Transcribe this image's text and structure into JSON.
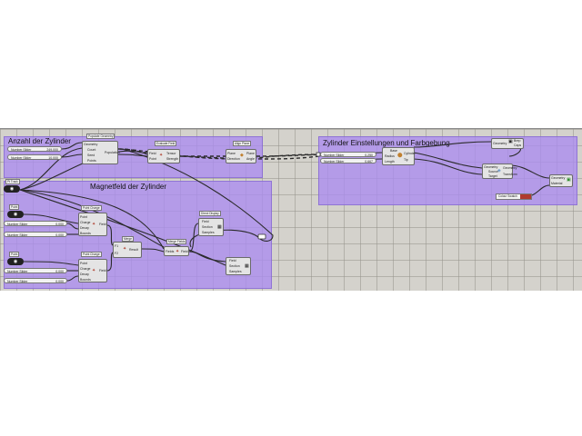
{
  "groups": {
    "anzahl": {
      "title": "Anzahl der Zylinder"
    },
    "magnetfeld": {
      "title": "Magnetfeld der Zylinder"
    },
    "zylinder": {
      "title": "Zylinder Einstellungen und Farbgebung"
    }
  },
  "sliders": {
    "anzahl_1": {
      "label": "Number Slider",
      "value": "249.000"
    },
    "anzahl_2": {
      "label": "Number Slider",
      "value": "10.000"
    },
    "mag_1": {
      "label": "Number Slider",
      "value": "0.000"
    },
    "mag_2": {
      "label": "Number Slider",
      "value": "0.000"
    },
    "mag_3": {
      "label": "Number Slider",
      "value": "0.000"
    },
    "mag_4": {
      "label": "Number Slider",
      "value": "0.000"
    },
    "zyl_1": {
      "label": "Number Slider",
      "value": "0.250"
    },
    "zyl_2": {
      "label": "Number Slider",
      "value": "0.667"
    }
  },
  "components": {
    "populate": {
      "title": "Populate Geometry",
      "inputs": [
        "Geometry",
        "Count",
        "Seed",
        "Points"
      ],
      "output": "Population"
    },
    "evaluate": {
      "title": "Evaluate Field",
      "inputs": [
        "Field",
        "Point"
      ],
      "outputs": [
        "Tensor",
        "Strength"
      ]
    },
    "align": {
      "title": "Align Plane",
      "inputs": [
        "Plane",
        "Direction"
      ],
      "outputs": [
        "Plane",
        "Angle"
      ]
    },
    "point_charge_1": {
      "title": "Point Charge",
      "inputs": [
        "Point",
        "Charge",
        "Decay",
        "Bounds"
      ],
      "output": "Field"
    },
    "point_charge_2": {
      "title": "Point Charge",
      "inputs": [
        "Point",
        "Charge",
        "Decay",
        "Bounds"
      ],
      "output": "Field"
    },
    "merge": {
      "title": "Merge",
      "inputs": [
        "F1",
        "F2"
      ],
      "output": "Result"
    },
    "field_display_1": {
      "title": "Direct Display",
      "inputs": [
        "Field",
        "Section",
        "Samples"
      ]
    },
    "field_display_2": {
      "title": "Merge Fields",
      "inputs": [
        "Fields"
      ],
      "output": "Field"
    },
    "field_display_3": {
      "inputs": [
        "Field",
        "Section",
        "Samples"
      ]
    },
    "cylinder": {
      "inputs": [
        "Base",
        "Radius",
        "Length"
      ],
      "outputs": [
        "Cylinder",
        "Tip"
      ]
    },
    "cap": {
      "inputs": [
        "Geometry"
      ],
      "outputs": [
        "Brep",
        "Caps"
      ]
    },
    "deform": {
      "inputs": [
        "Geometry",
        "Source",
        "Target"
      ],
      "outputs": [
        "Geometry",
        "Transform"
      ]
    },
    "preview": {
      "inputs": [
        "Geometry",
        "Material"
      ]
    },
    "swatch": {
      "title": "Colour Swatch"
    }
  },
  "toggles": {
    "main": {
      "text": "◉"
    },
    "mag_1": {
      "text": "◉"
    },
    "mag_2": {
      "text": "◉"
    }
  },
  "labels": {
    "pt_label": "Pt Track",
    "pt_label_1": "Point",
    "pt_label_2": "Point"
  }
}
